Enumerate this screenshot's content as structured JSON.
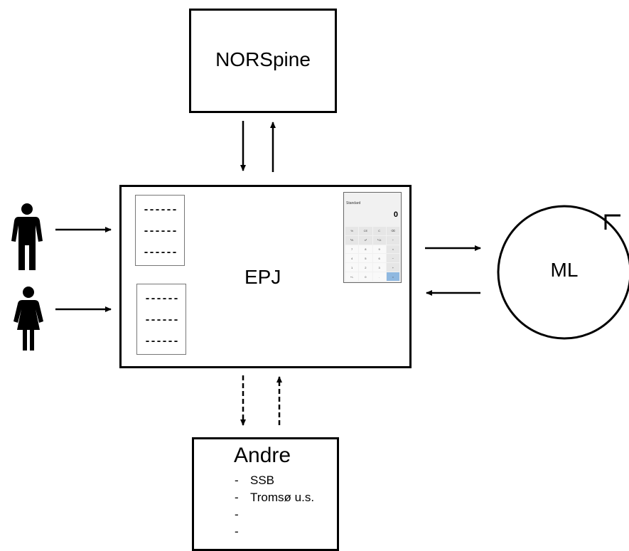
{
  "nodes": {
    "norspine": {
      "label": "NORSpine"
    },
    "epj": {
      "label": "EPJ"
    },
    "ml": {
      "label": "ML"
    },
    "andre": {
      "label": "Andre",
      "items": [
        "SSB",
        "Tromsø u.s.",
        "",
        ""
      ]
    }
  },
  "documents": [
    {
      "lines": [
        "------",
        "------",
        "------"
      ]
    },
    {
      "lines": [
        "------",
        "------",
        "------"
      ]
    }
  ],
  "calculator": {
    "mode": "Standard",
    "display": "0",
    "keys": [
      "%",
      "CE",
      "C",
      "⌫",
      "⅟x",
      "x²",
      "²√x",
      "÷",
      "7",
      "8",
      "9",
      "×",
      "4",
      "5",
      "6",
      "−",
      "1",
      "2",
      "3",
      "+",
      "+/-",
      "0",
      ".",
      "="
    ]
  },
  "icons": [
    "male-person-icon",
    "female-person-icon",
    "refresh-cycle-icon"
  ]
}
